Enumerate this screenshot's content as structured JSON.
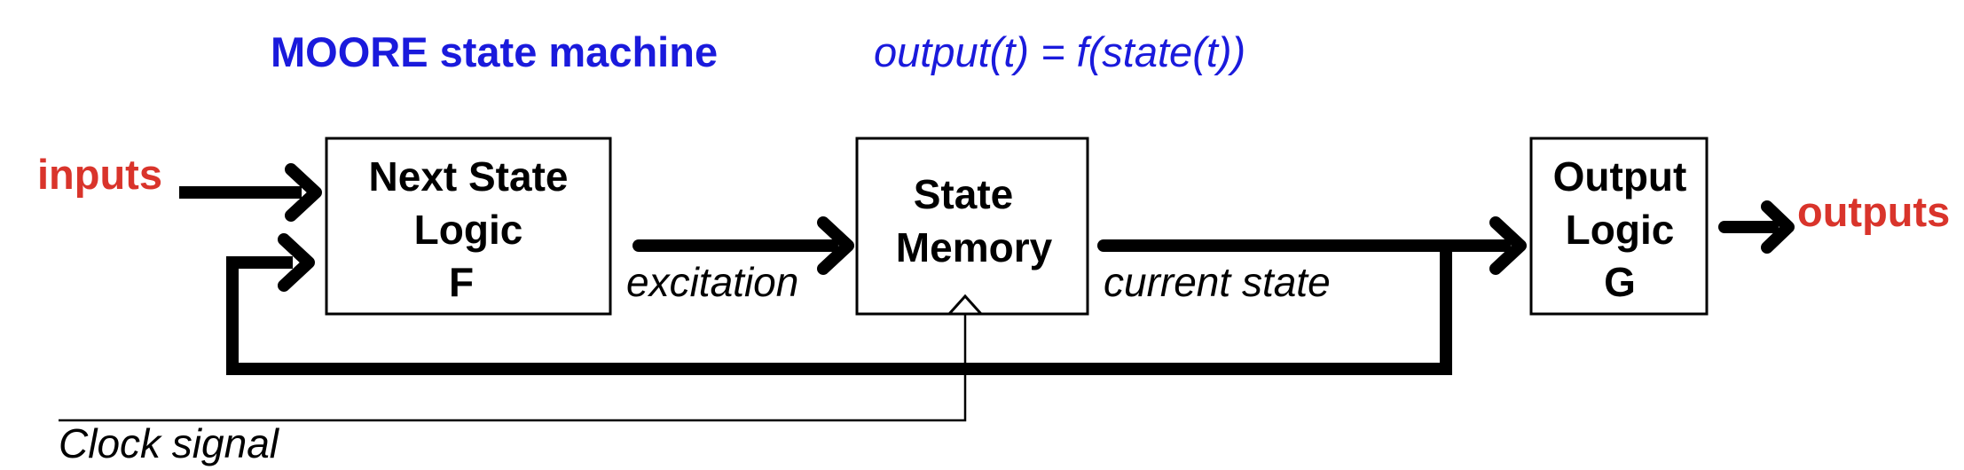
{
  "header": {
    "title": "MOORE state machine",
    "formula": "output(t) = f(state(t))"
  },
  "blocks": {
    "next_state": {
      "line1": "Next State",
      "line2": "Logic",
      "line3": "F"
    },
    "state_memory": {
      "line1": "State",
      "line2": "Memory"
    },
    "output_logic": {
      "line1": "Output",
      "line2": "Logic",
      "line3": "G"
    }
  },
  "signals": {
    "inputs": "inputs",
    "outputs": "outputs",
    "excitation": "excitation",
    "current_state": "current state",
    "clock": "Clock signal"
  },
  "colors": {
    "title": "#1a1adc",
    "io": "#d9342b",
    "line": "#000000"
  }
}
